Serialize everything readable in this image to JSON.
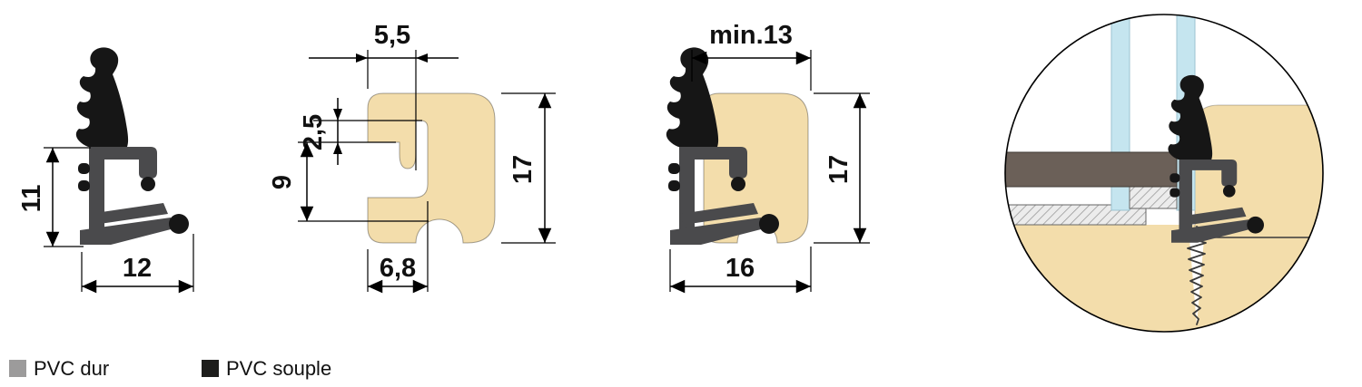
{
  "colors": {
    "beige": "#f3ddab",
    "beige_stroke": "#c9ac70",
    "profile_gray": "#4a4a4c",
    "soft_black": "#161616",
    "glass_blue": "#c5e5ef",
    "glass_stroke": "#9cc3d1",
    "panel_brown": "#6b6058",
    "legend_gray": "#9c9b9b",
    "legend_black": "#1d1d1b"
  },
  "panel1": {
    "dim_height": "11",
    "dim_width": "12"
  },
  "panel2": {
    "dim_slot_width": "5,5",
    "dim_lip": "2,5",
    "dim_depth": "9",
    "dim_height": "17",
    "dim_groove_width": "6,8"
  },
  "panel3": {
    "dim_min_width": "min.13",
    "dim_height": "17",
    "dim_width": "16"
  },
  "legend": {
    "dur_label": "PVC dur",
    "souple_label": "PVC souple"
  }
}
